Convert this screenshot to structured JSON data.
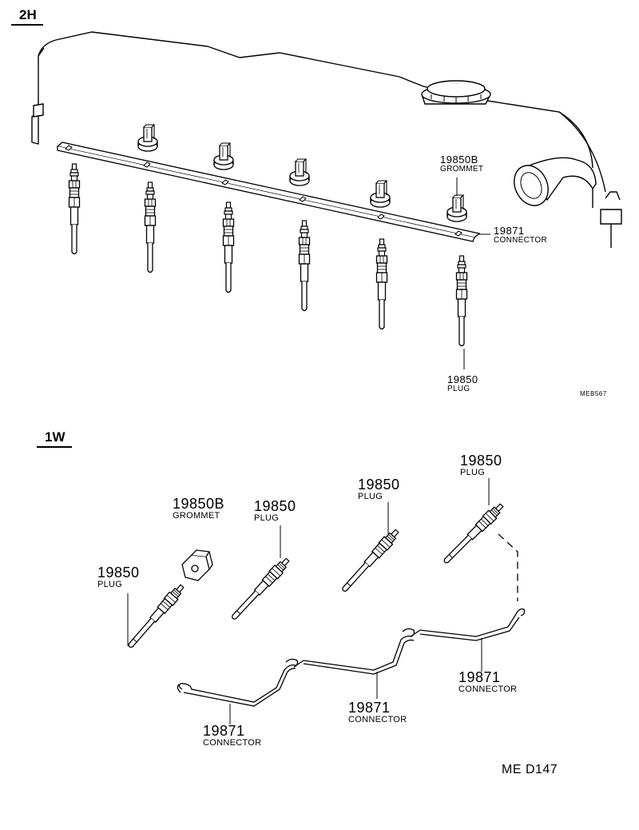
{
  "sections": {
    "top_tag": "2H",
    "bottom_tag": "1W"
  },
  "top": {
    "grommet": {
      "number": "19850B",
      "name": "GROMMET"
    },
    "connector": {
      "number": "19871",
      "name": "CONNECTOR"
    },
    "plug": {
      "number": "19850",
      "name": "PLUG"
    },
    "ref_code": "MEB567"
  },
  "bottom": {
    "grommet": {
      "number": "19850B",
      "name": "GROMMET"
    },
    "plug_a": {
      "number": "19850",
      "name": "PLUG"
    },
    "plug_b": {
      "number": "19850",
      "name": "PLUG"
    },
    "plug_c": {
      "number": "19850",
      "name": "PLUG"
    },
    "plug_d": {
      "number": "19850",
      "name": "PLUG"
    },
    "connector_a": {
      "number": "19871",
      "name": "CONNECTOR"
    },
    "connector_b": {
      "number": "19871",
      "name": "CONNECTOR"
    },
    "connector_c": {
      "number": "19871",
      "name": "CONNECTOR"
    },
    "ref_code": "ME D147"
  }
}
